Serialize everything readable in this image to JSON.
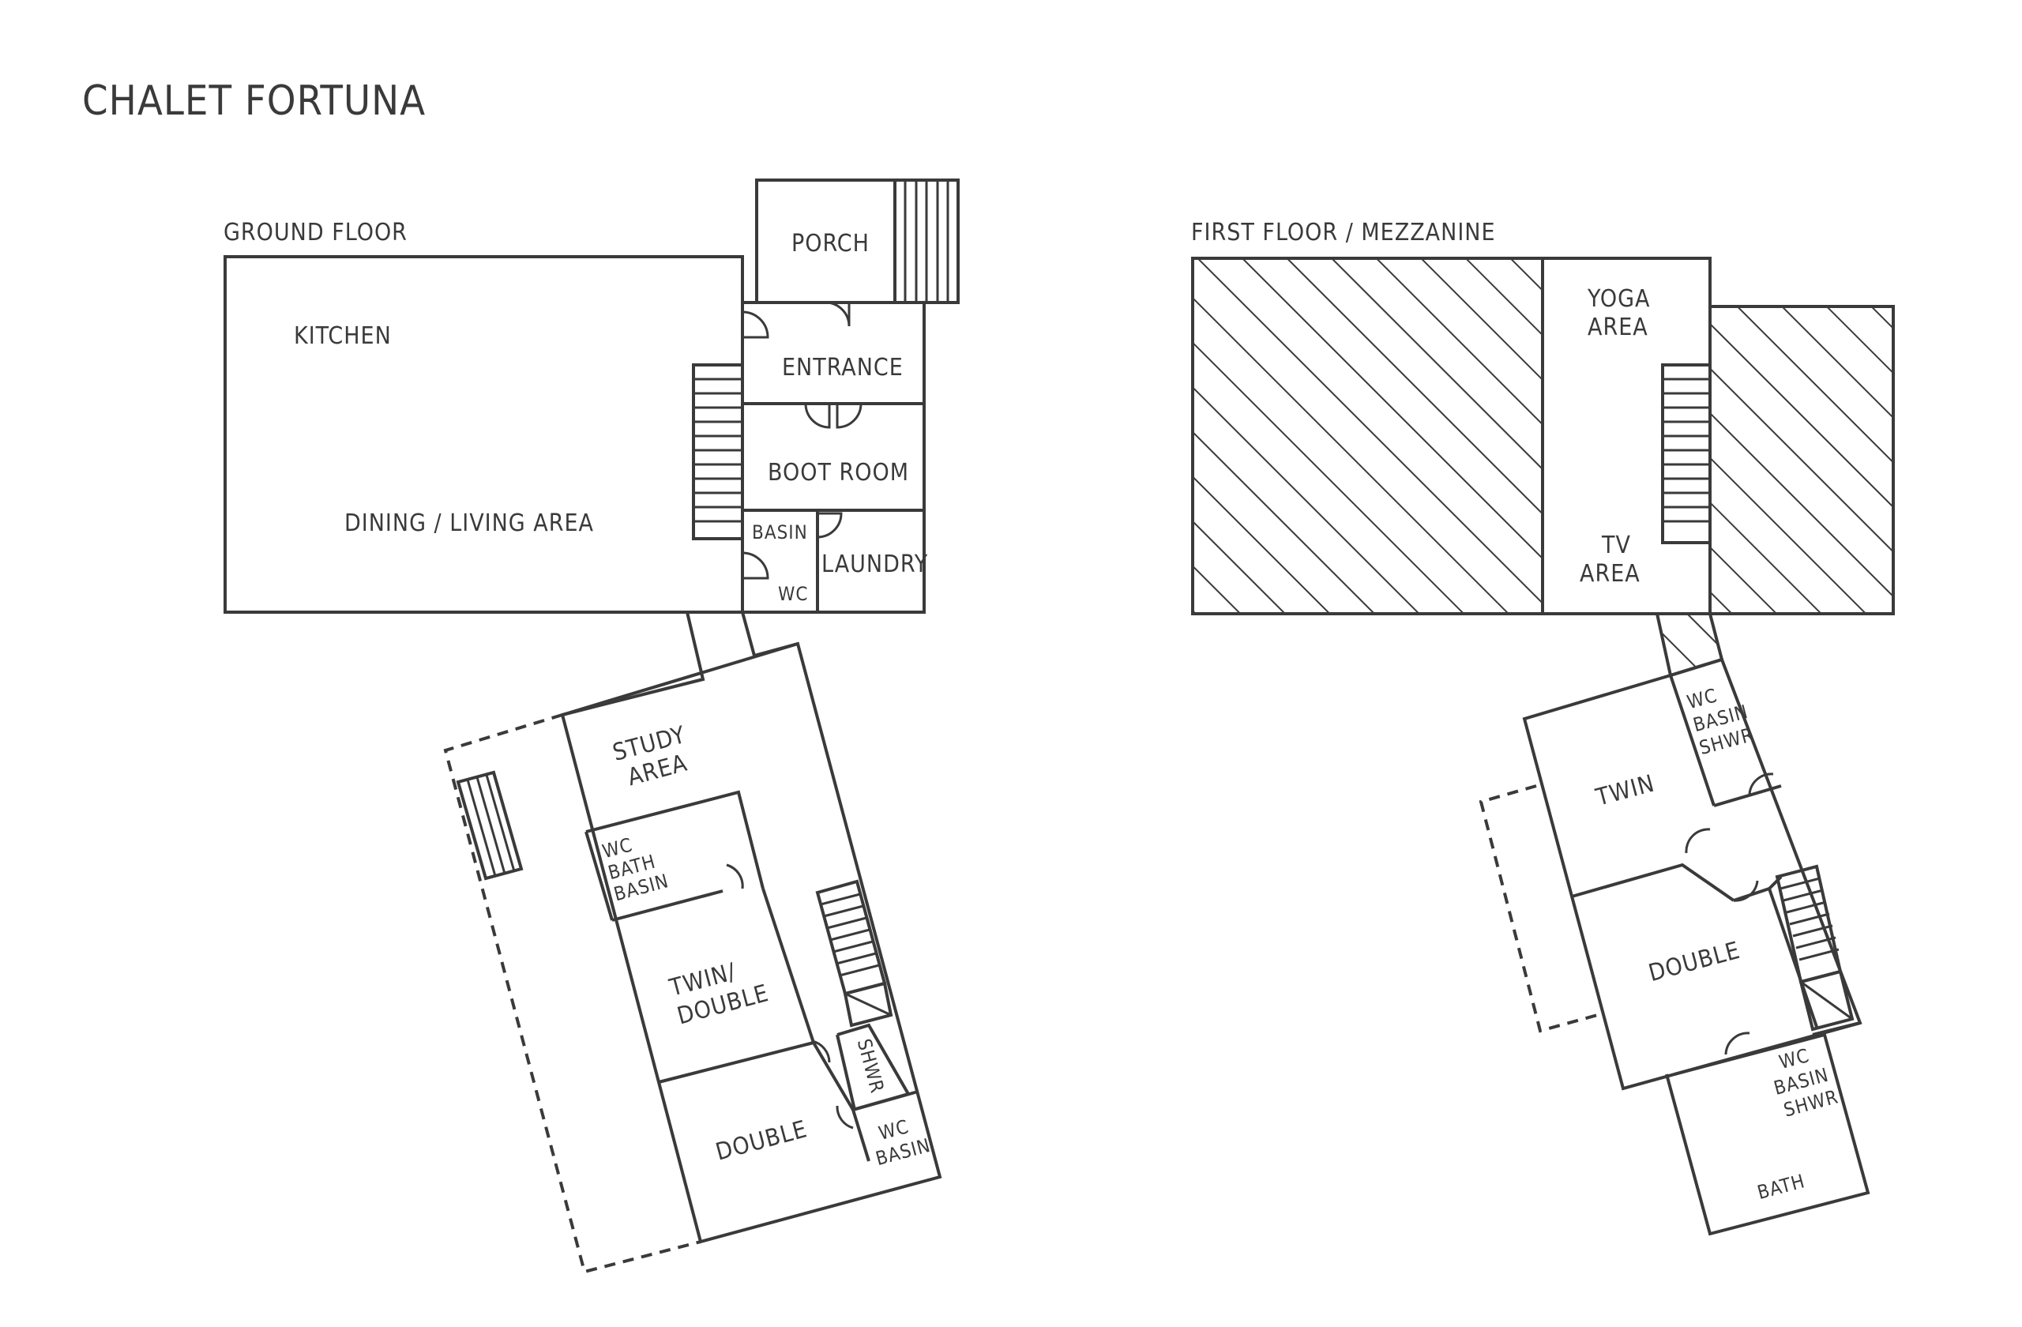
{
  "title": "CHALET FORTUNA",
  "ground_floor": {
    "heading": "GROUND FLOOR",
    "rooms": {
      "porch": "PORCH",
      "kitchen": "KITCHEN",
      "entrance": "ENTRANCE",
      "boot_room": "BOOT ROOM",
      "dining_living": "DINING / LIVING AREA",
      "basin": "BASIN",
      "laundry": "LAUNDRY",
      "wc": "WC",
      "study_1": "STUDY",
      "study_2": "AREA",
      "wc_bath_basin_1": "WC",
      "wc_bath_basin_2": "BATH",
      "wc_bath_basin_3": "BASIN",
      "twin_double_1": "TWIN/",
      "twin_double_2": "DOUBLE",
      "shwr": "SHWR",
      "double": "DOUBLE",
      "wc_basin_1": "WC",
      "wc_basin_2": "BASIN"
    }
  },
  "first_floor": {
    "heading": "FIRST FLOOR / MEZZANINE",
    "rooms": {
      "yoga_1": "YOGA",
      "yoga_2": "AREA",
      "tv_1": "TV",
      "tv_2": "AREA",
      "ens1_1": "WC",
      "ens1_2": "BASIN",
      "ens1_3": "SHWR",
      "twin": "TWIN",
      "double": "DOUBLE",
      "ens2_1": "WC",
      "ens2_2": "BASIN",
      "ens2_3": "SHWR",
      "bath": "BATH"
    }
  },
  "colors": {
    "line": "#3a3a3a",
    "background": "#ffffff"
  }
}
